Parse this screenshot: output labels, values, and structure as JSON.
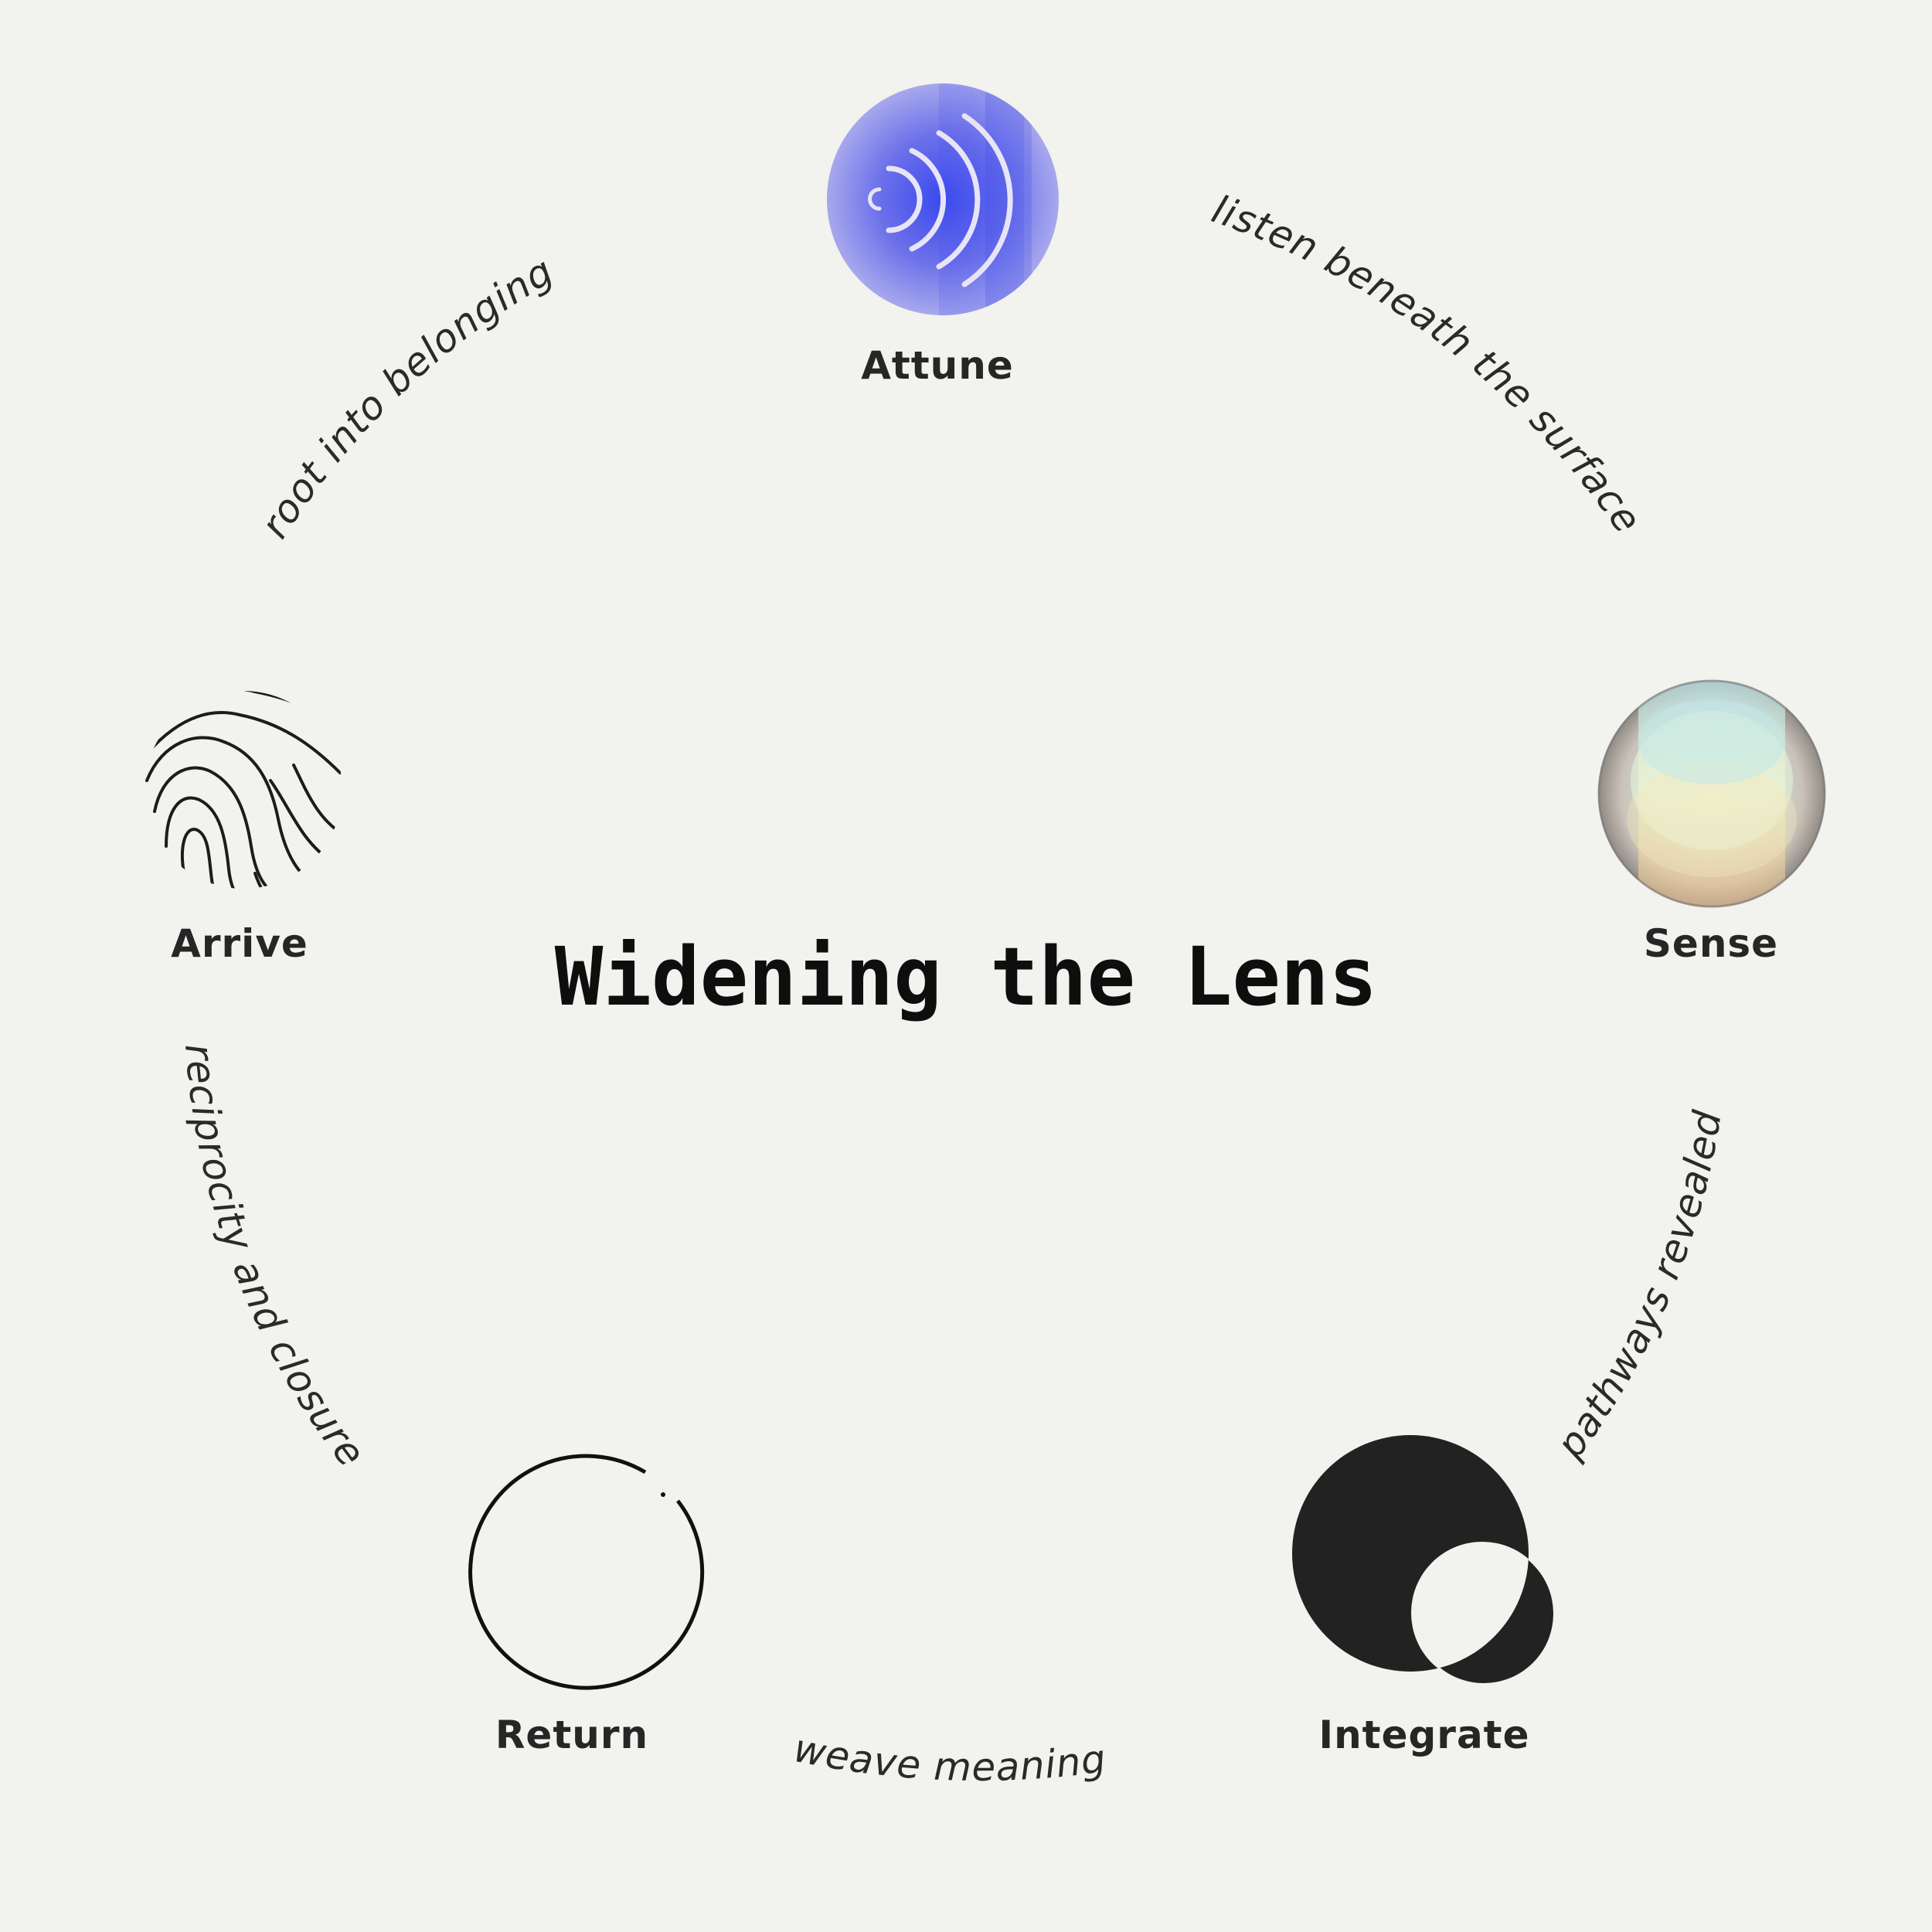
{
  "title": "Widening the Lens",
  "stages": [
    {
      "id": "attune",
      "label": "Attune",
      "icon": "sound-waves-icon"
    },
    {
      "id": "sense",
      "label": "Sense",
      "icon": "iridescent-orb-icon"
    },
    {
      "id": "integrate",
      "label": "Integrate",
      "icon": "overlapping-circles-icon"
    },
    {
      "id": "return",
      "label": "Return",
      "icon": "open-ring-icon"
    },
    {
      "id": "arrive",
      "label": "Arrive",
      "icon": "topographic-lines-icon"
    }
  ],
  "transitions": [
    {
      "from": "attune",
      "to": "sense",
      "label": "listen beneath the surface"
    },
    {
      "from": "sense",
      "to": "integrate",
      "label": "pathways revealed"
    },
    {
      "from": "integrate",
      "to": "return",
      "label": "weave meaning"
    },
    {
      "from": "return",
      "to": "arrive",
      "label": "reciprocity and closure"
    },
    {
      "from": "arrive",
      "to": "attune",
      "label": "root into belonging"
    }
  ],
  "colors": {
    "background": "#f2f2ee",
    "attune": "#5b63e6",
    "ink": "#222222"
  }
}
